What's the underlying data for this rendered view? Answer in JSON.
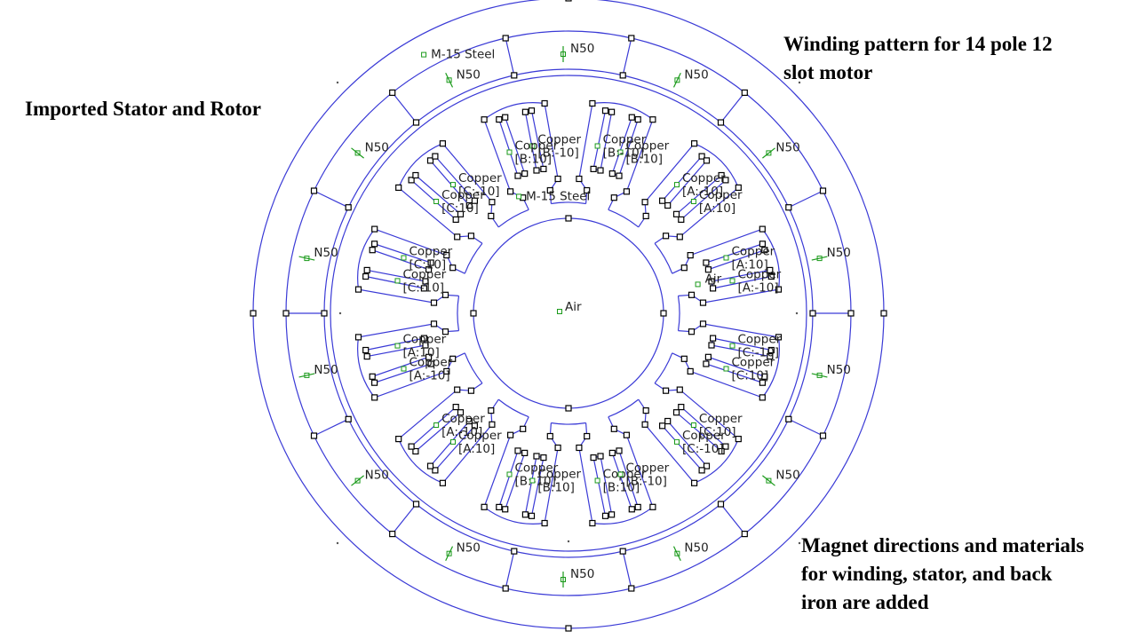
{
  "captions": {
    "left": "Imported Stator and Rotor",
    "top_right": "Winding pattern for 14 pole 12\nslot motor",
    "bottom_right": "Magnet directions and materials\nfor winding, stator, and back\niron are added"
  },
  "materials": {
    "steel_outer": "M-15 Steel",
    "steel_inner": "M-15 Steel",
    "air_center": "Air",
    "air_gap": "Air"
  },
  "magnets": [
    "N50",
    "N50",
    "N50",
    "N50",
    "N50",
    "N50",
    "N50",
    "N50",
    "N50",
    "N50",
    "N50",
    "N50",
    "N50",
    "N50"
  ],
  "coils": [
    {
      "material": "Copper",
      "circuit": "[B:-10]"
    },
    {
      "material": "Copper",
      "circuit": "[B:10]"
    },
    {
      "material": "Copper",
      "circuit": "[C:-10]"
    },
    {
      "material": "Copper",
      "circuit": "[C:10]"
    },
    {
      "material": "Copper",
      "circuit": "[C:10]"
    },
    {
      "material": "Copper",
      "circuit": "[C:-10]"
    },
    {
      "material": "Copper",
      "circuit": "[A:10]"
    },
    {
      "material": "Copper",
      "circuit": "[A:-10]"
    },
    {
      "material": "Copper",
      "circuit": "[A:-10]"
    },
    {
      "material": "Copper",
      "circuit": "[A:10]"
    },
    {
      "material": "Copper",
      "circuit": "[B:-10]"
    },
    {
      "material": "Copper",
      "circuit": "[B:10]"
    },
    {
      "material": "Copper",
      "circuit": "[B:10]"
    },
    {
      "material": "Copper",
      "circuit": "[B:-10]"
    },
    {
      "material": "Copper",
      "circuit": "[C:-10]"
    },
    {
      "material": "Copper",
      "circuit": "[C:10]"
    },
    {
      "material": "Copper",
      "circuit": "[C:10]"
    },
    {
      "material": "Copper",
      "circuit": "[C:-10]"
    },
    {
      "material": "Copper",
      "circuit": "[A:-10]"
    },
    {
      "material": "Copper",
      "circuit": "[A:10]"
    },
    {
      "material": "Copper",
      "circuit": "[A:10]"
    },
    {
      "material": "Copper",
      "circuit": "[A:-10]"
    },
    {
      "material": "Copper",
      "circuit": "[B:10]"
    },
    {
      "material": "Copper",
      "circuit": "[B:-10]"
    }
  ],
  "colors": {
    "geometry": "#3a3ad6",
    "block_label": "#1a9a1a",
    "node": "#000000",
    "caption": "#000000"
  }
}
